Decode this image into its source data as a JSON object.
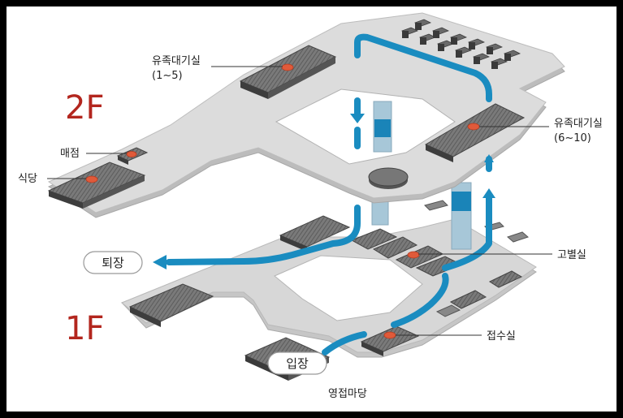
{
  "floors": {
    "upper": "2F",
    "lower": "1F"
  },
  "labels": {
    "waiting_1_5_line1": "유족대기실",
    "waiting_1_5_line2": "(1~5)",
    "waiting_6_10_line1": "유족대기실",
    "waiting_6_10_line2": "(6~10)",
    "shop": "매점",
    "restaurant": "식당",
    "farewell_room": "고별실",
    "reception": "접수실",
    "courtyard": "영접마당"
  },
  "buttons": {
    "exit": "퇴장",
    "entrance": "입장"
  },
  "colors": {
    "floor_plate": "#d3d3d3",
    "floor_edge": "#b4b4b4",
    "room_block": "#6b6b6b",
    "flow_arrow": "#1a8cc0",
    "column": "#9fc3d6",
    "floor_label": "#b3261e",
    "marker": "#e05a3a"
  }
}
